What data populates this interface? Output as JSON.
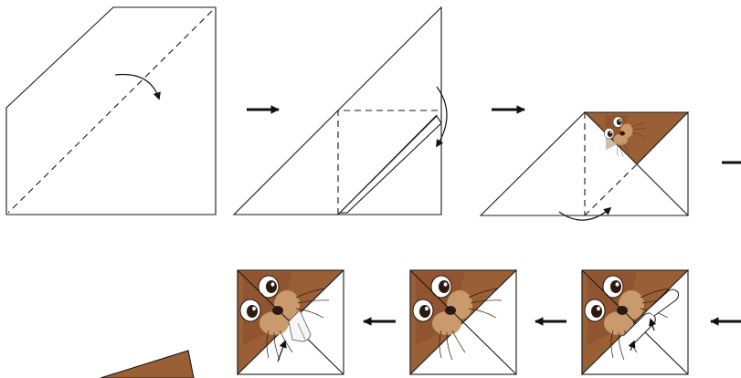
{
  "diagram": {
    "kind": "origami-instructions",
    "colors": {
      "paper": "#ffffff",
      "fur": "#9b5f36",
      "fur_light": "#c99a6b",
      "fur_dark": "#7a4526",
      "eye_dark": "#2b1a10",
      "line": "#1a1a1a"
    },
    "steps": [
      {
        "id": "step-1",
        "description_icon": "fold-along-diagonal"
      },
      {
        "id": "step-2",
        "description_icon": "fold-corner-down"
      },
      {
        "id": "step-3",
        "description_icon": "fold-corner-behind"
      },
      {
        "id": "step-4",
        "description_icon": "beaver-face-square-with-folds"
      },
      {
        "id": "step-5",
        "description_icon": "beaver-face-square"
      },
      {
        "id": "step-6",
        "description_icon": "beaver-face-square-with-teeth"
      },
      {
        "id": "step-7",
        "description_icon": "finished-bookmark-partial"
      }
    ],
    "flow_arrows": [
      "arrow-right",
      "arrow-right",
      "arrow-right",
      "arrow-left",
      "arrow-left",
      "arrow-left"
    ]
  }
}
